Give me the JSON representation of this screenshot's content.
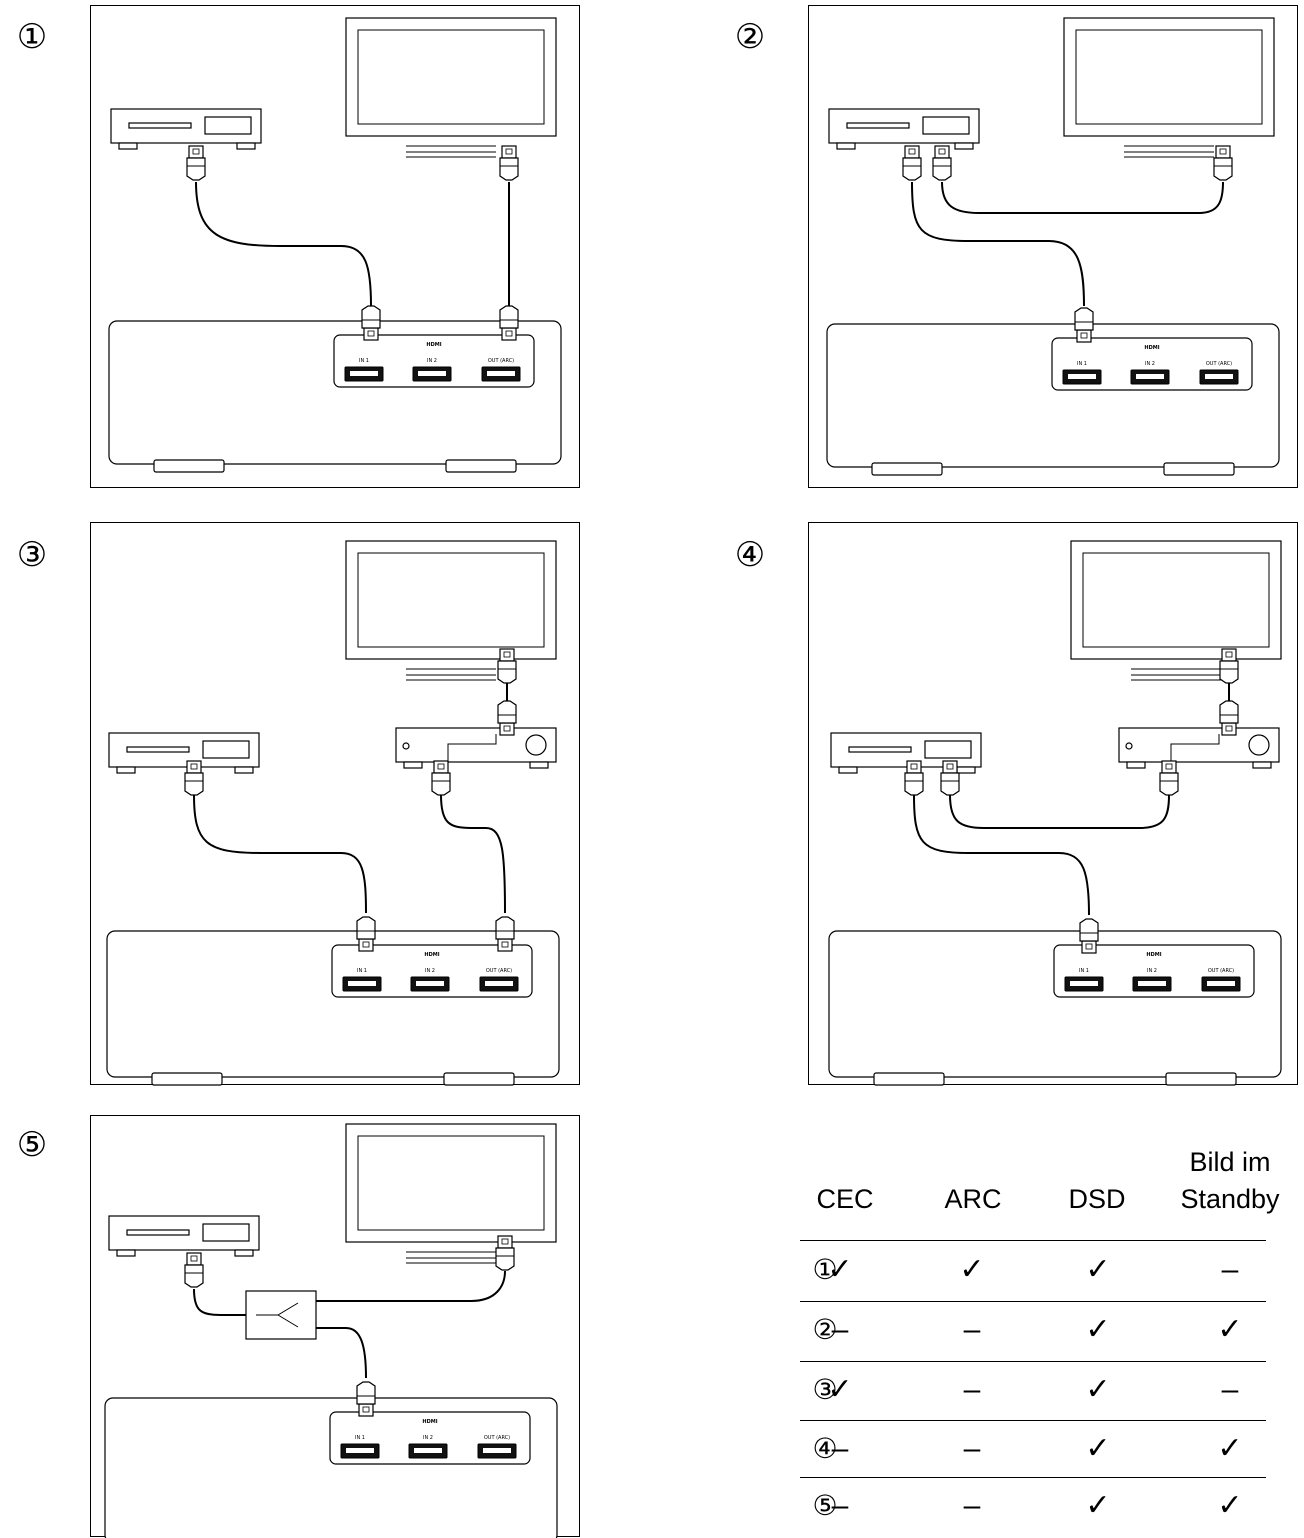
{
  "panels": [
    {
      "num": "①"
    },
    {
      "num": "②"
    },
    {
      "num": "③"
    },
    {
      "num": "④"
    },
    {
      "num": "⑤"
    }
  ],
  "device": {
    "hdmi_label": "HDMI",
    "in1": "IN 1",
    "in2": "IN 2",
    "out": "OUT (ARC)"
  },
  "table": {
    "headers": [
      "CEC",
      "ARC",
      "DSD",
      "Bild im",
      "Standby"
    ],
    "rows": [
      {
        "num": "①",
        "cells": [
          "✓",
          "✓",
          "✓",
          "–"
        ]
      },
      {
        "num": "②",
        "cells": [
          "–",
          "–",
          "✓",
          "✓"
        ]
      },
      {
        "num": "③",
        "cells": [
          "✓",
          "–",
          "✓",
          "–"
        ]
      },
      {
        "num": "④",
        "cells": [
          "–",
          "–",
          "✓",
          "✓"
        ]
      },
      {
        "num": "⑤",
        "cells": [
          "–",
          "–",
          "✓",
          "✓"
        ]
      }
    ]
  }
}
